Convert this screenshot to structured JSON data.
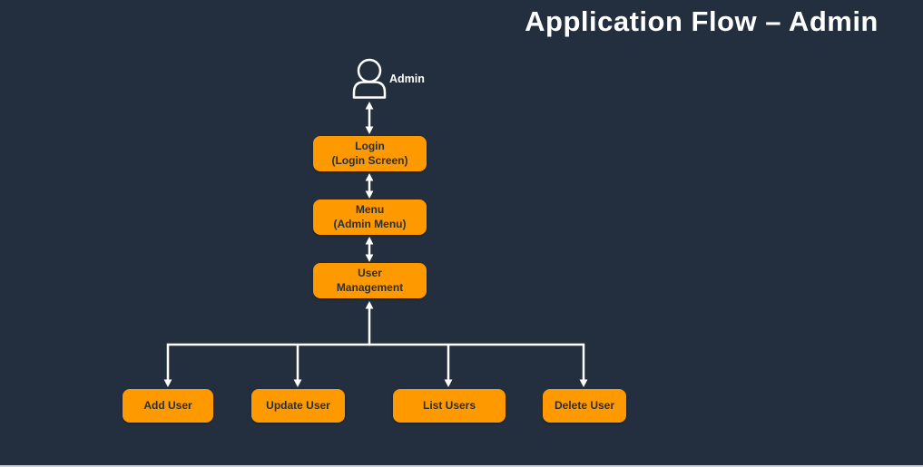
{
  "title": "Application Flow – Admin",
  "colors": {
    "background": "#232F3E",
    "node_fill": "#FF9900",
    "node_text": "#232F3E",
    "connector": "#FFFFFF",
    "title_text": "#FFFFFF",
    "bottom_edge": "#C9CFD8"
  },
  "actor": {
    "label": "Admin",
    "icon": "person-icon"
  },
  "nodes": {
    "login": {
      "label": "Login\n(Login Screen)"
    },
    "menu": {
      "label": "Menu\n(Admin Menu)"
    },
    "user_management": {
      "label": "User\nManagement"
    },
    "add_user": {
      "label": "Add User"
    },
    "update_user": {
      "label": "Update User"
    },
    "list_users": {
      "label": "List Users"
    },
    "delete_user": {
      "label": "Delete User"
    }
  },
  "edges": [
    {
      "from": "Admin",
      "to": "Login",
      "arrows": "bidirectional"
    },
    {
      "from": "Login",
      "to": "Menu",
      "arrows": "bidirectional"
    },
    {
      "from": "Menu",
      "to": "User Management",
      "arrows": "bidirectional"
    },
    {
      "from": "User Management",
      "to": "Add User",
      "arrows": "branch-down, return-up"
    },
    {
      "from": "User Management",
      "to": "Update User",
      "arrows": "branch-down, return-up"
    },
    {
      "from": "User Management",
      "to": "List Users",
      "arrows": "branch-down, return-up"
    },
    {
      "from": "User Management",
      "to": "Delete User",
      "arrows": "branch-down, return-up"
    }
  ]
}
